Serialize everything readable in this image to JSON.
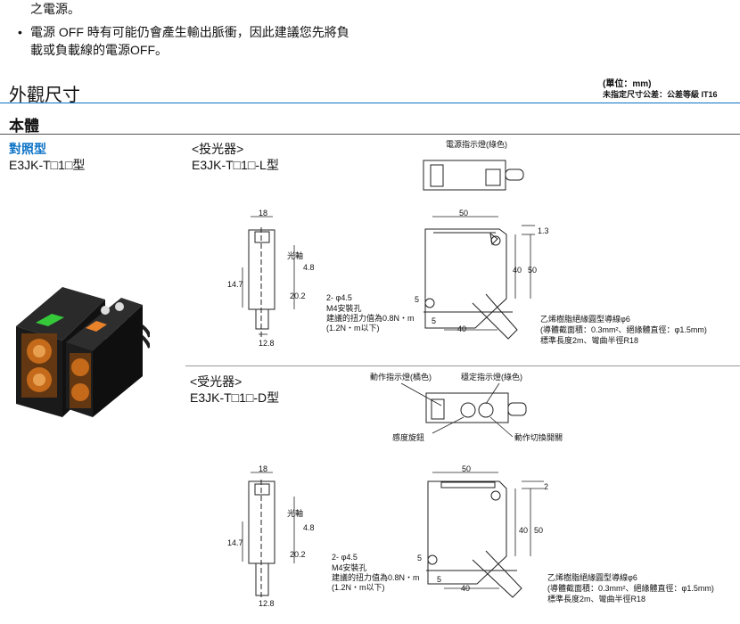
{
  "intro": {
    "line0": "之電源。",
    "bullet": "•",
    "line1": "電源 OFF 時有可能仍會產生輸出脈衝，因此建議您先將負",
    "line2": "載或負載線的電源OFF。"
  },
  "section": {
    "title": "外觀尺寸",
    "unit_note": "(單位：mm)",
    "tolerance_note": "未指定尺寸公差：公差等級 IT16"
  },
  "subsection": {
    "title": "本體"
  },
  "product": {
    "type_label": "對照型",
    "model": "E3JK-T□1□型"
  },
  "emitter": {
    "heading": "<投光器>",
    "model": "E3JK-T□1□-L型",
    "power_indicator": "電源指示燈(綠色)",
    "dim_width": "18",
    "dim_total": "50",
    "dim_13": "1.3",
    "dim_40": "40",
    "dim_50": "50",
    "dim_48": "4.8",
    "dim_147": "14.7",
    "dim_202": "20.2",
    "dim_128": "12.8",
    "dim_5a": "5",
    "dim_5b": "5",
    "dim_40b": "40",
    "optical_axis": "光軸",
    "hole_1": "2- φ4.5",
    "hole_2": "M4安裝孔",
    "hole_3": "建議的扭力值為0.8N・m",
    "hole_4": "(1.2N・m以下)",
    "cable_1": "乙烯樹脂絕緣圓型導線φ6",
    "cable_2": "(導體截面積：0.3mm²、絕緣體直徑：φ1.5mm)",
    "cable_3": "標準長度2m、彎曲半徑R18"
  },
  "receiver": {
    "heading": "<受光器>",
    "model": "E3JK-T□1□-D型",
    "operation_indicator": "動作指示燈(橘色)",
    "stability_indicator": "穩定指示燈(綠色)",
    "sensitivity_knob": "感度旋鈕",
    "mode_switch": "動作切換開關",
    "dim_width": "18",
    "dim_total": "50",
    "dim_2": "2",
    "dim_40": "40",
    "dim_50": "50",
    "dim_48": "4.8",
    "dim_147": "14.7",
    "dim_202": "20.2",
    "dim_128": "12.8",
    "dim_5a": "5",
    "dim_5b": "5",
    "dim_40b": "40",
    "optical_axis": "光軸",
    "hole_1": "2- φ4.5",
    "hole_2": "M4安裝孔",
    "hole_3": "建議的扭力值為0.8N・m",
    "hole_4": "(1.2N・m以下)",
    "cable_1": "乙烯樹脂絕緣圓型導線φ6",
    "cable_2": "(導體截面積：0.3mm²、絕緣體直徑：φ1.5mm)",
    "cable_3": "標準長度2m、彎曲半徑R18"
  },
  "colors": {
    "accent": "#0b72c6",
    "sensor_body": "#1c1c1c",
    "indicator_green": "#35c93a",
    "indicator_orange": "#e8822a"
  }
}
